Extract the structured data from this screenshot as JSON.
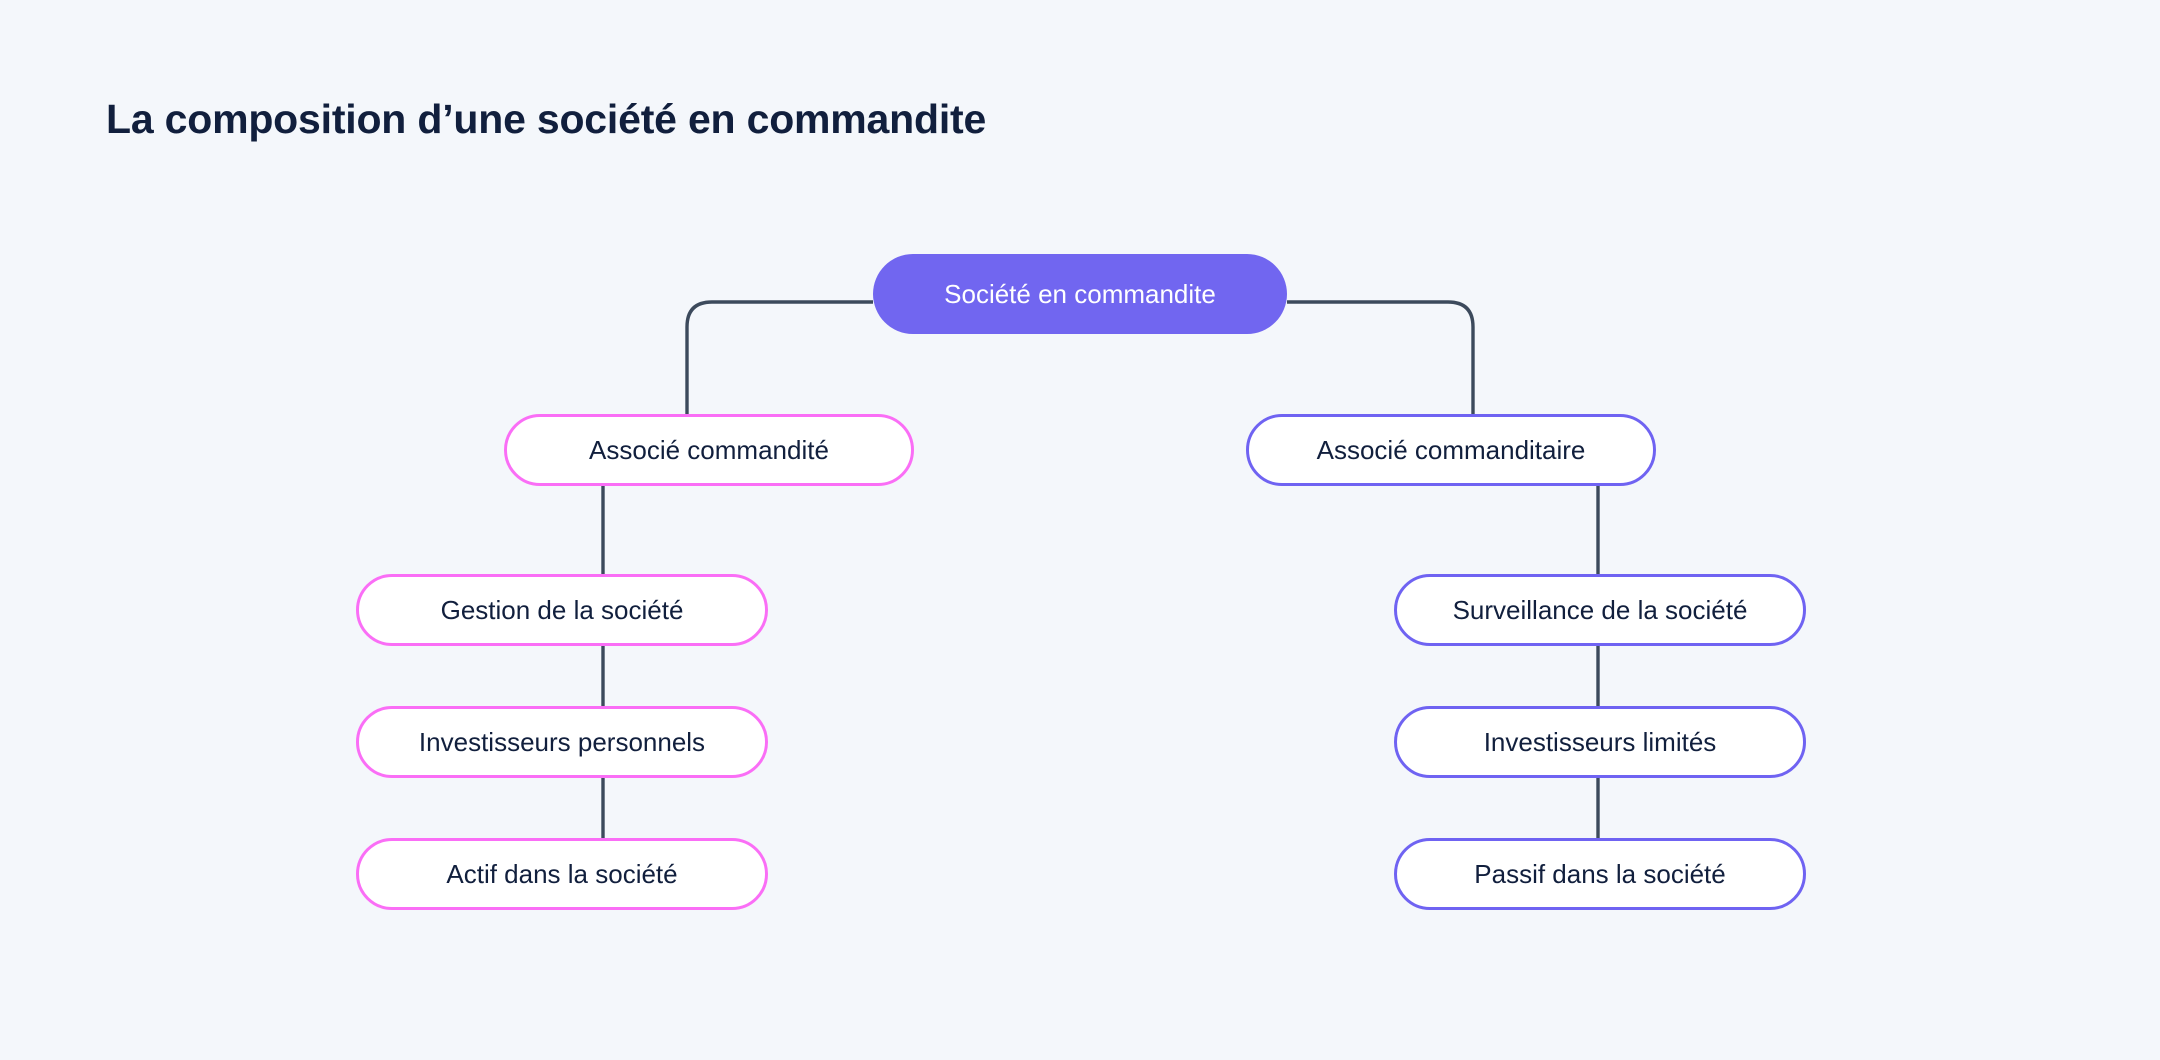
{
  "page": {
    "title": "La composition d’une société en commandite",
    "background_color": "#f4f7fb",
    "title_color": "#111f3d"
  },
  "colors": {
    "root_fill": "#7166f0",
    "root_text": "#ffffff",
    "pink_border": "#fa6ef6",
    "purple_border": "#6f63f2",
    "node_fill": "#ffffff",
    "node_text": "#111f3d",
    "connector": "#3c4a5c"
  },
  "diagram": {
    "type": "org-chart",
    "root": {
      "id": "root",
      "label": "Société en commandite",
      "style": "filled-purple"
    },
    "branches": [
      {
        "id": "commandite",
        "label": "Associé commandité",
        "style": "outline-pink",
        "children": [
          {
            "id": "gestion",
            "label": "Gestion de la société",
            "style": "outline-pink"
          },
          {
            "id": "investisseurs-personnels",
            "label": "Investisseurs personnels",
            "style": "outline-pink"
          },
          {
            "id": "actif",
            "label": "Actif dans la société",
            "style": "outline-pink"
          }
        ]
      },
      {
        "id": "commanditaire",
        "label": "Associé commanditaire",
        "style": "outline-purple",
        "children": [
          {
            "id": "surveillance",
            "label": "Surveillance de la société",
            "style": "outline-purple"
          },
          {
            "id": "investisseurs-limites",
            "label": "Investisseurs limités",
            "style": "outline-purple"
          },
          {
            "id": "passif",
            "label": "Passif dans la société",
            "style": "outline-purple"
          }
        ]
      }
    ]
  }
}
